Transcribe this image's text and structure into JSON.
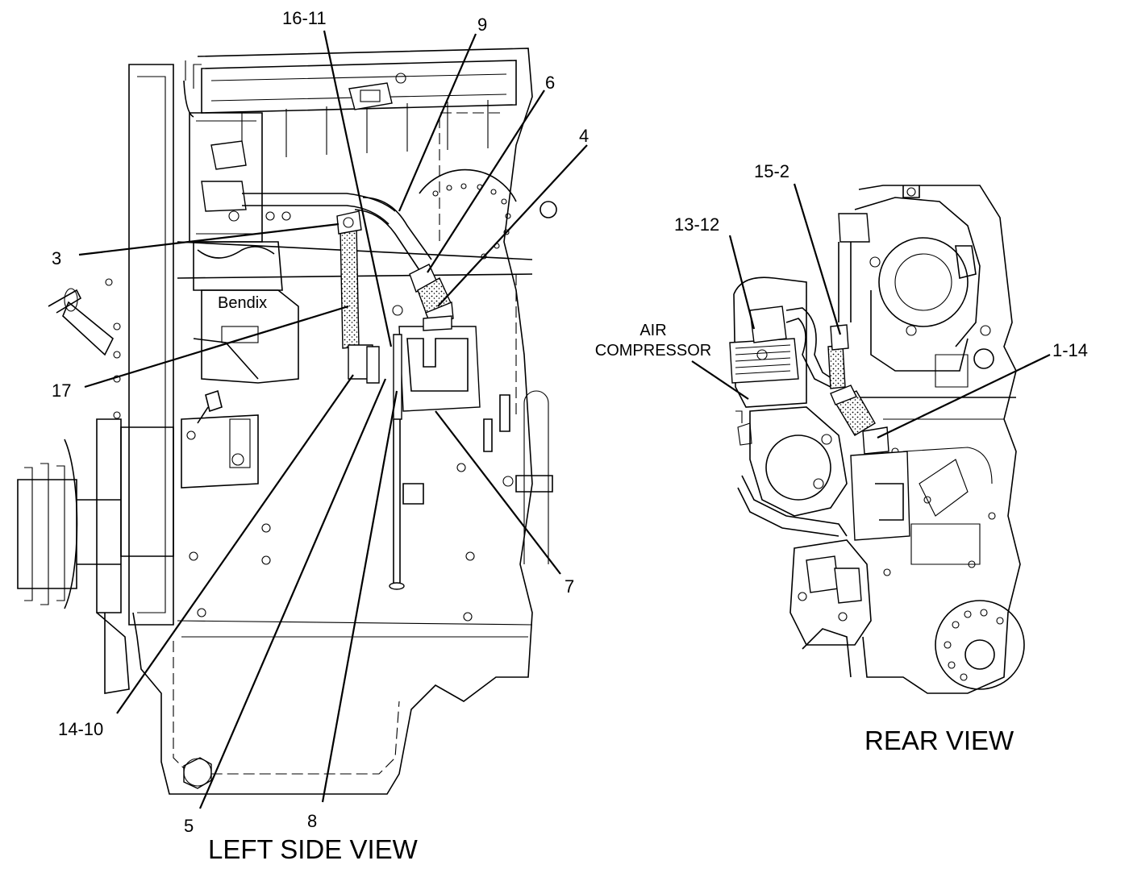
{
  "views": {
    "left": {
      "caption": "LEFT SIDE VIEW"
    },
    "rear": {
      "caption": "REAR VIEW"
    }
  },
  "component_label": {
    "line1": "AIR",
    "line2": "COMPRESSOR"
  },
  "callouts": {
    "c16_11": "16-11",
    "c9": "9",
    "c6": "6",
    "c4": "4",
    "c3": "3",
    "c17": "17",
    "c14_10": "14-10",
    "c5": "5",
    "c8": "8",
    "c7": "7",
    "c15_2": "15-2",
    "c13_12": "13-12",
    "c1_14": "1-14"
  },
  "brand_marking": "Bendix"
}
